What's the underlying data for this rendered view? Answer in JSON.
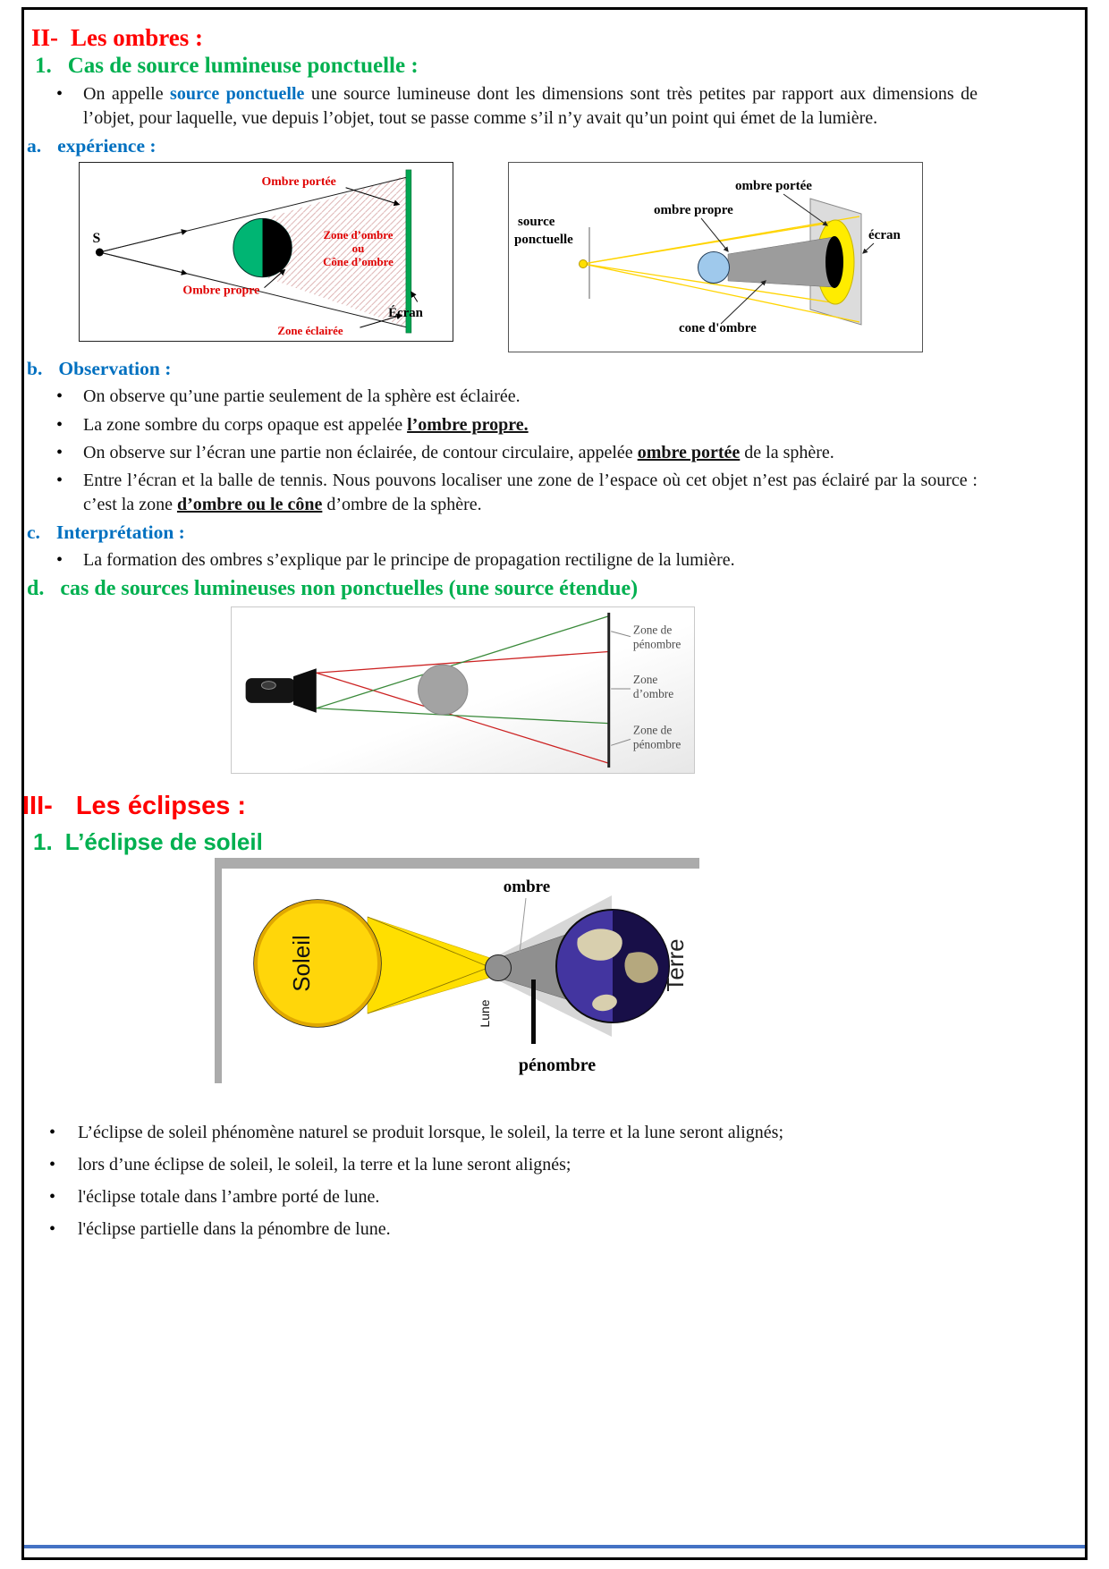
{
  "colors": {
    "heading_red": "#ff0000",
    "heading_green": "#00b050",
    "heading_blue": "#0070c0",
    "bottom_rule_blue": "#4472c4",
    "screen_green": "#00a651",
    "sun_yellow": "#ffd60a"
  },
  "h": {
    "s2_num": "II-",
    "s2_title": "Les ombres :",
    "s1_num": "1.",
    "s1_title": "Cas de source lumineuse ponctuelle :",
    "a_num": "a.",
    "a_title": "expérience :",
    "b_num": "b.",
    "b_title": "Observation :",
    "c_num": "c.",
    "c_title": "Interprétation :",
    "d_num": "d.",
    "d_title": "cas de sources lumineuses non ponctuelles (une source étendue)",
    "s3_num": "III-",
    "s3_title": "Les éclipses :",
    "s3a_num": "1.",
    "s3a_title": "L’éclipse de soleil"
  },
  "intro": {
    "pre": "On appelle ",
    "bold": "source ponctuelle",
    "post": " une source lumineuse dont les dimensions sont très petites par rapport aux dimensions de l’objet, pour laquelle, vue depuis l’objet, tout se passe comme s’il n’y avait qu’un point qui émet de la lumière."
  },
  "observation": {
    "items": [
      {
        "pre": "On observe qu’une partie seulement de la sphère est éclairée.",
        "bold": "",
        "post": ""
      },
      {
        "pre": "La zone sombre du corps opaque est  appelée ",
        "bold": "l’ombre propre.",
        "post": ""
      },
      {
        "pre": "On observe sur l’écran une partie non éclairée, de contour circulaire, appelée ",
        "bold": "ombre portée",
        "post": " de la sphère."
      },
      {
        "pre": "Entre l’écran et la balle de tennis. Nous pouvons localiser une zone de l’espace où cet objet n’est pas éclairé par la source : c’est la zone ",
        "bold": "d’ombre ou le cône",
        "post": " d’ombre de la sphère."
      }
    ]
  },
  "interpretation": {
    "text": "La formation des ombres s’explique par le principe de propagation rectiligne de la lumière."
  },
  "eclipse_bullets": [
    "L’éclipse de soleil phénomène naturel se produit lorsque, le soleil, la terre et la lune seront alignés;",
    "lors d’une éclipse de soleil, le soleil, la terre et la lune seront alignés;",
    "l'éclipse totale  dans l’ambre porté de lune.",
    "l'éclipse partielle dans la pénombre  de lune."
  ],
  "fig1": {
    "source_label": "S",
    "ombre_portee": "Ombre portée",
    "zone_line1": "Zone d’ombre",
    "zone_line2": "ou",
    "zone_line3": "Cône d’ombre",
    "ombre_propre": "Ombre propre",
    "ecran": "Écran",
    "zone_eclairee": "Zone éclairée"
  },
  "fig2": {
    "source_line1": "source",
    "source_line2": "ponctuelle",
    "ombre_propre": "ombre propre",
    "ombre_portee": "ombre portée",
    "ecran": "écran",
    "cone_ombre": "cone d'ombre"
  },
  "fig3": {
    "pen_top_1": "Zone de",
    "pen_top_2": "pénombre",
    "ombre_1": "Zone",
    "ombre_2": "d’ombre",
    "pen_bot_1": "Zone de",
    "pen_bot_2": "pénombre"
  },
  "fig4": {
    "ombre": "ombre",
    "soleil": "Soleil",
    "lune": "Lune",
    "terre": "Terre",
    "penombre": "pénombre"
  }
}
